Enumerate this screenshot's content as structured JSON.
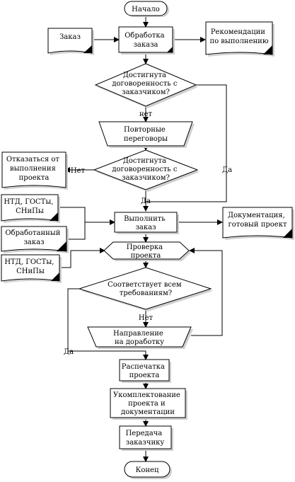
{
  "nodes": {
    "start": "Начало",
    "order": "Заказ",
    "process_order": [
      "Обработка",
      "заказа"
    ],
    "recommendations": [
      "Рекомендации",
      "по выполнению"
    ],
    "agreement_1": [
      "Достигнута",
      "договоренность с",
      "заказчиком?"
    ],
    "renegotiation": [
      "Повторные",
      "переговоры"
    ],
    "refuse": [
      "Отказаться от",
      "выполнения",
      "проекта"
    ],
    "agreement_2": [
      "Достигнута",
      "договоренность с",
      "заказчиком?"
    ],
    "ntd_1": [
      "НТД, ГОСТы,",
      "СНиПы"
    ],
    "processed_order": [
      "Обработанный",
      "заказ"
    ],
    "execute_order": [
      "Выполнить",
      "заказ"
    ],
    "documentation": [
      "Документация,",
      "готовый проект"
    ],
    "check_project": [
      "Проверка",
      "проекта"
    ],
    "ntd_2": [
      "НТД, ГОСТы,",
      "СНиПы"
    ],
    "meets_requirements": [
      "Соответствует всем",
      "требованиям?"
    ],
    "rework": [
      "Направление",
      "на доработку"
    ],
    "print_project": [
      "Распечатка",
      "проекта"
    ],
    "assemble": [
      "Укомплектование",
      "проекта и",
      "документации"
    ],
    "transfer": [
      "Передача",
      "заказчику"
    ],
    "end": "Конец"
  },
  "edge_labels": {
    "agreement_1_no": "нет",
    "agreement_1_yes": "Да",
    "agreement_2_no": "Нет",
    "agreement_2_yes": "Да",
    "requirements_no": "Нет",
    "requirements_yes": "Да"
  }
}
